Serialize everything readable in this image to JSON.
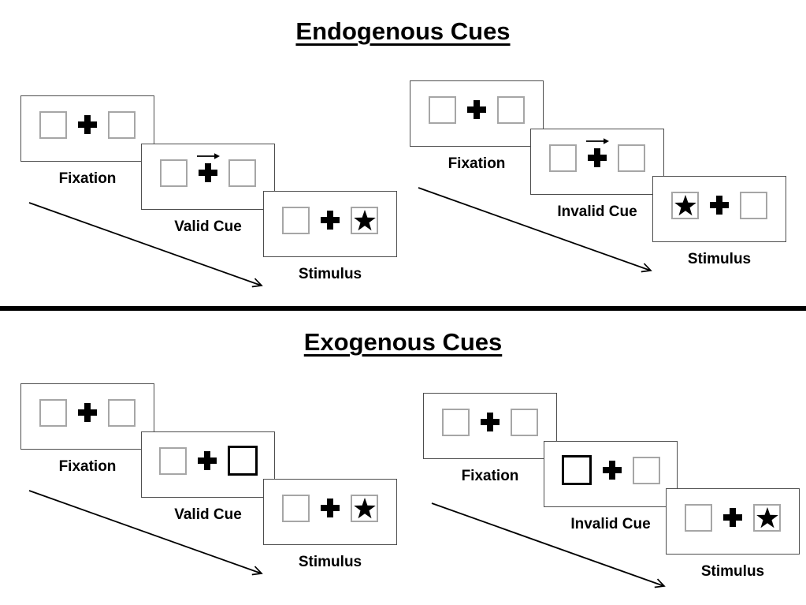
{
  "colors": {
    "panel_border": "#4d4d4d",
    "square_border": "#a6a6a6",
    "cue_highlight_border": "#000000",
    "ink": "#000000",
    "divider": "#000000",
    "background": "#ffffff"
  },
  "icons": {
    "fixation_cross": "plus-icon",
    "stimulus": "star-icon",
    "endogenous_cue": "right-arrow-icon",
    "sequence_flow": "diagonal-arrow-icon"
  },
  "sections": [
    {
      "title": "Endogenous Cues",
      "sequences": [
        {
          "name": "valid-trial",
          "panels": [
            {
              "label": "Fixation",
              "left": "empty",
              "right": "empty",
              "cue": null
            },
            {
              "label": "Valid Cue",
              "left": "empty",
              "right": "empty",
              "cue": "arrow-right"
            },
            {
              "label": "Stimulus",
              "left": "empty",
              "right": "star",
              "cue": null
            }
          ]
        },
        {
          "name": "invalid-trial",
          "panels": [
            {
              "label": "Fixation",
              "left": "empty",
              "right": "empty",
              "cue": null
            },
            {
              "label": "Invalid Cue",
              "left": "empty",
              "right": "empty",
              "cue": "arrow-right"
            },
            {
              "label": "Stimulus",
              "left": "star",
              "right": "empty",
              "cue": null
            }
          ]
        }
      ]
    },
    {
      "title": "Exogenous Cues",
      "sequences": [
        {
          "name": "valid-trial",
          "panels": [
            {
              "label": "Fixation",
              "left": "empty",
              "right": "empty",
              "cue": null
            },
            {
              "label": "Valid Cue",
              "left": "empty",
              "right": "cued",
              "cue": null
            },
            {
              "label": "Stimulus",
              "left": "empty",
              "right": "star",
              "cue": null
            }
          ]
        },
        {
          "name": "invalid-trial",
          "panels": [
            {
              "label": "Fixation",
              "left": "empty",
              "right": "empty",
              "cue": null
            },
            {
              "label": "Invalid Cue",
              "left": "cued",
              "right": "empty",
              "cue": null
            },
            {
              "label": "Stimulus",
              "left": "empty",
              "right": "star",
              "cue": null
            }
          ]
        }
      ]
    }
  ]
}
